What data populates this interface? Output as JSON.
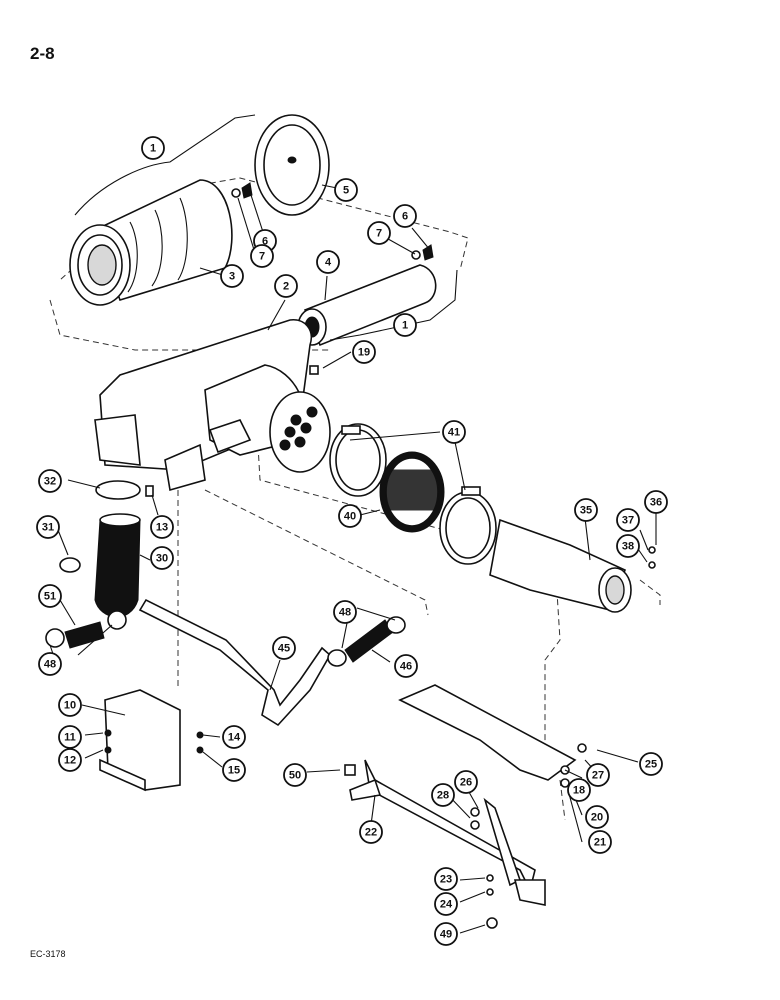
{
  "page": {
    "page_number": "2-8",
    "diagram_code": "EC-3178"
  },
  "callouts": [
    {
      "id": "c1a",
      "label": "1"
    },
    {
      "id": "c5",
      "label": "5"
    },
    {
      "id": "c6a",
      "label": "6"
    },
    {
      "id": "c7a",
      "label": "7"
    },
    {
      "id": "c3",
      "label": "3"
    },
    {
      "id": "c6b",
      "label": "6"
    },
    {
      "id": "c7b",
      "label": "7"
    },
    {
      "id": "c4",
      "label": "4"
    },
    {
      "id": "c2",
      "label": "2"
    },
    {
      "id": "c1b",
      "label": "1"
    },
    {
      "id": "c19",
      "label": "19"
    },
    {
      "id": "c41",
      "label": "41"
    },
    {
      "id": "c32",
      "label": "32"
    },
    {
      "id": "c13",
      "label": "13"
    },
    {
      "id": "c40",
      "label": "40"
    },
    {
      "id": "c35",
      "label": "35"
    },
    {
      "id": "c36",
      "label": "36"
    },
    {
      "id": "c37",
      "label": "37"
    },
    {
      "id": "c38",
      "label": "38"
    },
    {
      "id": "c31",
      "label": "31"
    },
    {
      "id": "c30",
      "label": "30"
    },
    {
      "id": "c51",
      "label": "51"
    },
    {
      "id": "c48a",
      "label": "48"
    },
    {
      "id": "c48b",
      "label": "48"
    },
    {
      "id": "c46",
      "label": "46"
    },
    {
      "id": "c45",
      "label": "45"
    },
    {
      "id": "c10",
      "label": "10"
    },
    {
      "id": "c11",
      "label": "11"
    },
    {
      "id": "c12",
      "label": "12"
    },
    {
      "id": "c14",
      "label": "14"
    },
    {
      "id": "c15",
      "label": "15"
    },
    {
      "id": "c50",
      "label": "50"
    },
    {
      "id": "c26",
      "label": "26"
    },
    {
      "id": "c28",
      "label": "28"
    },
    {
      "id": "c22",
      "label": "22"
    },
    {
      "id": "c25",
      "label": "25"
    },
    {
      "id": "c27",
      "label": "27"
    },
    {
      "id": "c18",
      "label": "18"
    },
    {
      "id": "c20",
      "label": "20"
    },
    {
      "id": "c21",
      "label": "21"
    },
    {
      "id": "c23",
      "label": "23"
    },
    {
      "id": "c24",
      "label": "24"
    },
    {
      "id": "c49",
      "label": "49"
    }
  ]
}
